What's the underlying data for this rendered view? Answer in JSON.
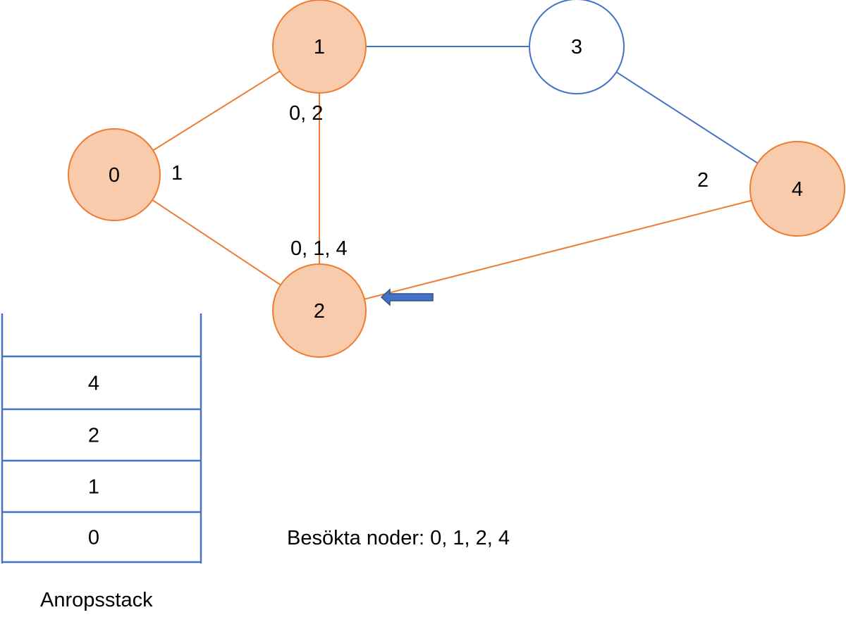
{
  "colors": {
    "visited_fill": "#f8cbad",
    "visited_stroke": "#ed7d31",
    "unvisited_fill": "#ffffff",
    "unvisited_stroke": "#4472c4",
    "stack_lines": "#4472c4",
    "arrow": "#4472c4"
  },
  "graph": {
    "nodes": [
      {
        "id": "0",
        "label": "0",
        "visited": true
      },
      {
        "id": "1",
        "label": "1",
        "visited": true
      },
      {
        "id": "2",
        "label": "2",
        "visited": true
      },
      {
        "id": "3",
        "label": "3",
        "visited": false
      },
      {
        "id": "4",
        "label": "4",
        "visited": true
      }
    ],
    "edges": [
      {
        "from": "0",
        "to": "1",
        "traversed": true
      },
      {
        "from": "0",
        "to": "2",
        "traversed": true
      },
      {
        "from": "1",
        "to": "2",
        "traversed": true
      },
      {
        "from": "1",
        "to": "3",
        "traversed": false
      },
      {
        "from": "3",
        "to": "4",
        "traversed": false
      },
      {
        "from": "4",
        "to": "2",
        "traversed": true
      }
    ],
    "annotations": {
      "node_0": "1",
      "node_1": "0, 2",
      "node_2": "0, 1, 4",
      "node_4": "2"
    },
    "current_pointer": {
      "target": "2",
      "icon": "left-arrow-icon"
    }
  },
  "call_stack": {
    "caption": "Anropsstack",
    "items_top_to_bottom": [
      "4",
      "2",
      "1",
      "0"
    ]
  },
  "visited_text": "Besökta noder: 0, 1, 2, 4"
}
